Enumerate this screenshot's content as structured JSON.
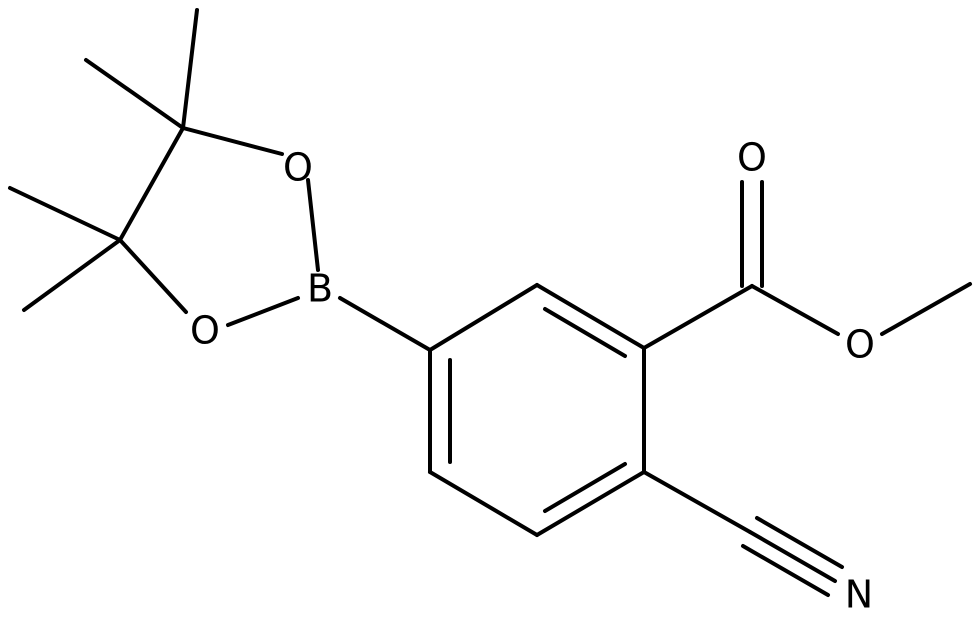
{
  "atoms": {
    "O1": "O",
    "O2": "O",
    "B": "B",
    "O_carbonyl": "O",
    "O_ester": "O",
    "N": "N"
  },
  "colors": {
    "bond": "#000000",
    "label": "#000000",
    "background": "#ffffff"
  }
}
